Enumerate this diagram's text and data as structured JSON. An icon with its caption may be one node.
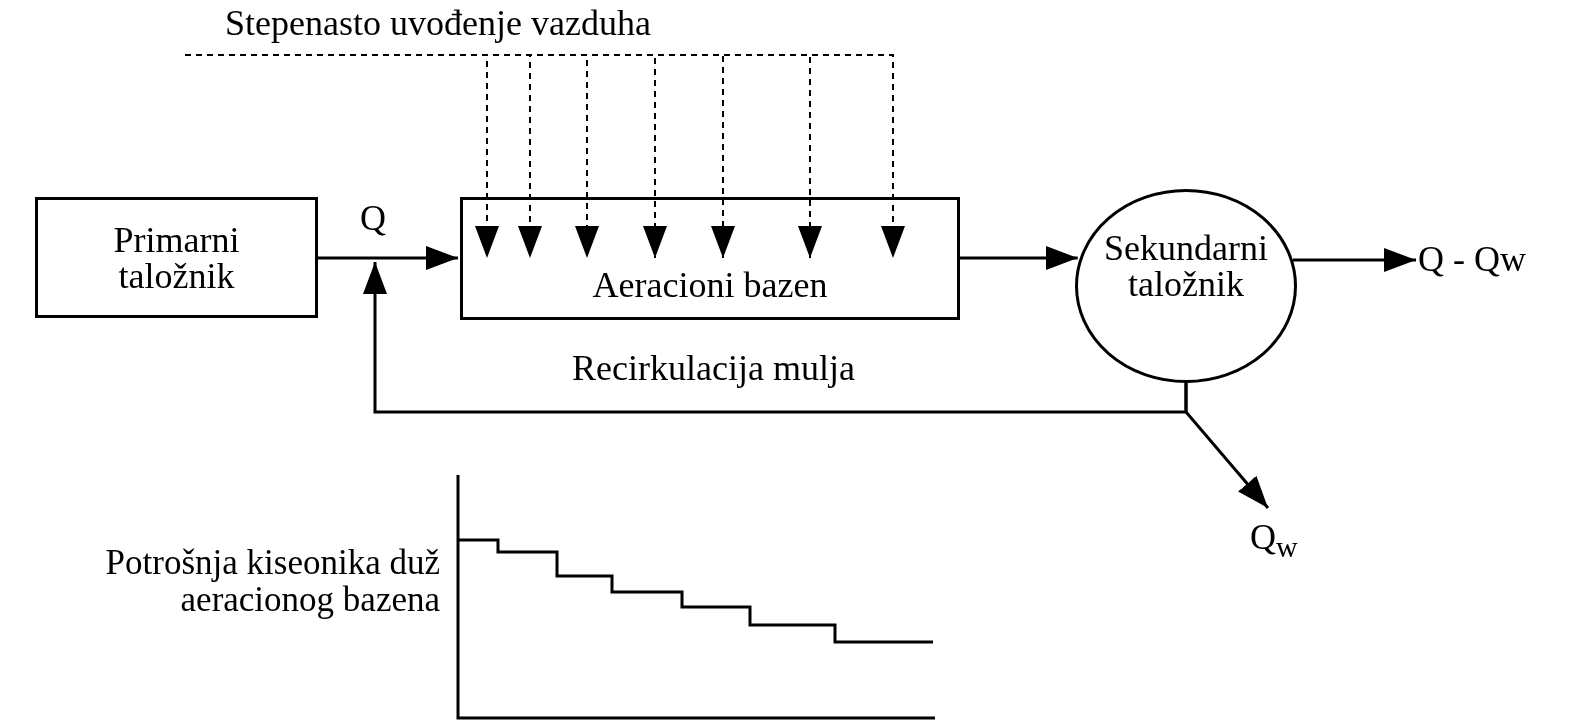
{
  "diagram": {
    "nodes": [
      {
        "text": [
          "Stepenasto uvođenje vazduha"
        ]
      },
      {
        "text": [
          "Primarni taložnik"
        ]
      },
      {
        "text": [
          "Aeracioni bazen"
        ]
      },
      {
        "text": [
          "Sekundarni taložnik"
        ]
      },
      {
        "text": [
          "Q - Qw"
        ]
      },
      {
        "text": [
          "Q$_{w}$"
        ]
      }
    ],
    "edges": [
      {
        "from": 1,
        "to": 2,
        "arrow": "to",
        "label": "Q"
      },
      {
        "from": 0,
        "to": 2,
        "arrow": "to",
        "style": "dashed"
      },
      {
        "from": 0,
        "to": 2,
        "arrow": "to",
        "style": "dashed"
      },
      {
        "from": 0,
        "to": 2,
        "arrow": "to",
        "style": "dashed"
      },
      {
        "from": 0,
        "to": 2,
        "arrow": "to",
        "style": "dashed"
      },
      {
        "from": 0,
        "to": 2,
        "arrow": "to",
        "style": "dashed"
      },
      {
        "from": 0,
        "to": 2,
        "arrow": "to",
        "style": "dashed"
      },
      {
        "from": 0,
        "to": 2,
        "arrow": "to",
        "style": "dashed"
      },
      {
        "from": 2,
        "to": 3,
        "arrow": "to"
      },
      {
        "from": 3,
        "to": 4,
        "arrow": "to"
      },
      {
        "from": 3,
        "to": null,
        "arrow": "to",
        "label": "Recirkulacija mulja"
      },
      {
        "from": 3,
        "to": 5,
        "arrow": "to"
      }
    ],
    "labels": [
      "Potrošnja kiseonika duž aeracionog bazena"
    ]
  }
}
